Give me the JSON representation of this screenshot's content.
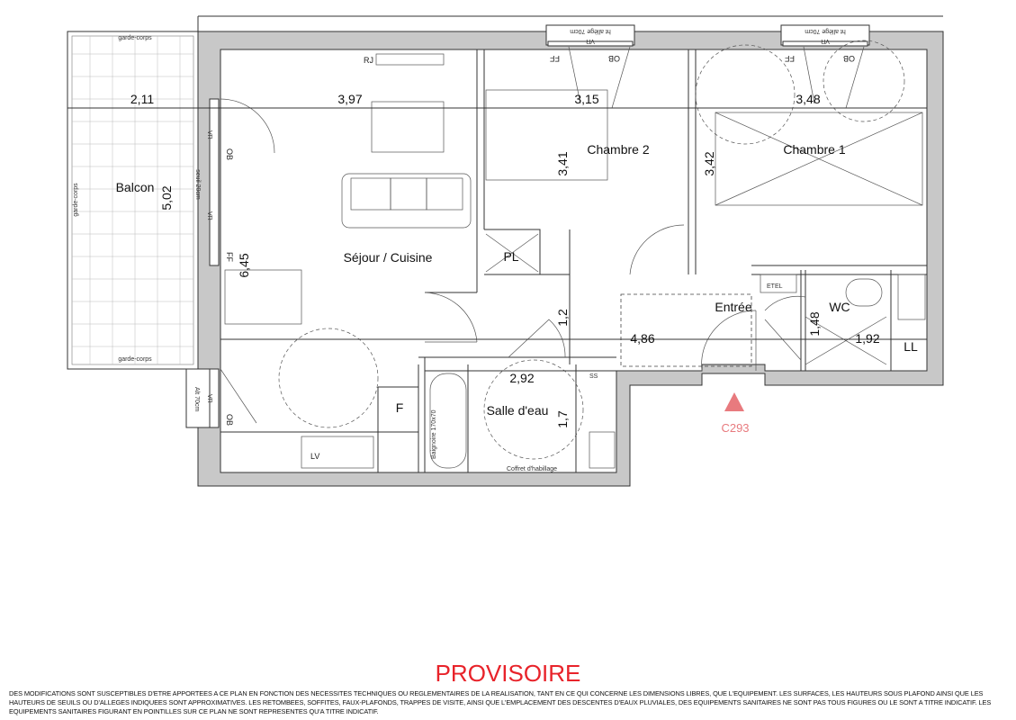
{
  "rooms": {
    "balcon": "Balcon",
    "sejour": "Séjour / Cuisine",
    "chambre2": "Chambre 2",
    "chambre1": "Chambre 1",
    "entree": "Entrée",
    "wc": "WC",
    "salle_eau": "Salle d'eau",
    "ll": "LL",
    "pl": "PL",
    "f": "F"
  },
  "dimensions": {
    "balcon_w": "2,11",
    "balcon_h": "5,02",
    "sejour_w": "3,97",
    "sejour_h": "6,45",
    "chambre2_w": "3,15",
    "chambre2_h": "3,41",
    "chambre1_w": "3,48",
    "chambre1_h": "3,42",
    "entree_w": "4,86",
    "entree_h": "1,2",
    "salle_eau_w": "2,92",
    "salle_eau_h": "1,7",
    "wc_w": "1,92",
    "wc_h": "1,48"
  },
  "labels": {
    "garde_corps": "garde-corps",
    "vr": "VR",
    "ob": "OB",
    "ff": "FF",
    "rj": "RJ",
    "ss": "SS",
    "allege": "ht allège 70cm",
    "seuil": "seuil 20cm",
    "alt": "Alt 70cm",
    "baignoire": "Baignoire 170x70",
    "coffret": "Coffret d'habillage",
    "tableau": "ETEL",
    "lv": "LV"
  },
  "marker": {
    "label": "C293",
    "color": "#e87a7e"
  },
  "footer": {
    "status": "PROVISOIRE",
    "status_color": "#e8232a",
    "disclaimer": "DES MODIFICATIONS SONT SUSCEPTIBLES D'ETRE APPORTEES A CE PLAN EN FONCTION DES NECESSITES TECHNIQUES OU REGLEMENTAIRES DE LA REALISATION, TANT EN CE QUI CONCERNE LES DIMENSIONS LIBRES, QUE L'EQUIPEMENT. LES SURFACES, LES HAUTEURS SOUS PLAFOND AINSI QUE LES HAUTEURS DE SEUILS OU D'ALLEGES INDIQUEES SONT APPROXIMATIVES. LES RETOMBEES, SOFFITES, FAUX-PLAFONDS, TRAPPES DE VISITE, AINSI QUE L'EMPLACEMENT DES DESCENTES D'EAUX PLUVIALES, DES EQUIPEMENTS SANITAIRES NE SONT PAS TOUS FIGURES OU LE SONT A TITRE INDICATIF. LES EQUIPEMENTS SANITAIRES FIGURANT EN POINTILLES SUR CE PLAN NE SONT REPRESENTES QU'A TITRE INDICATIF."
  }
}
